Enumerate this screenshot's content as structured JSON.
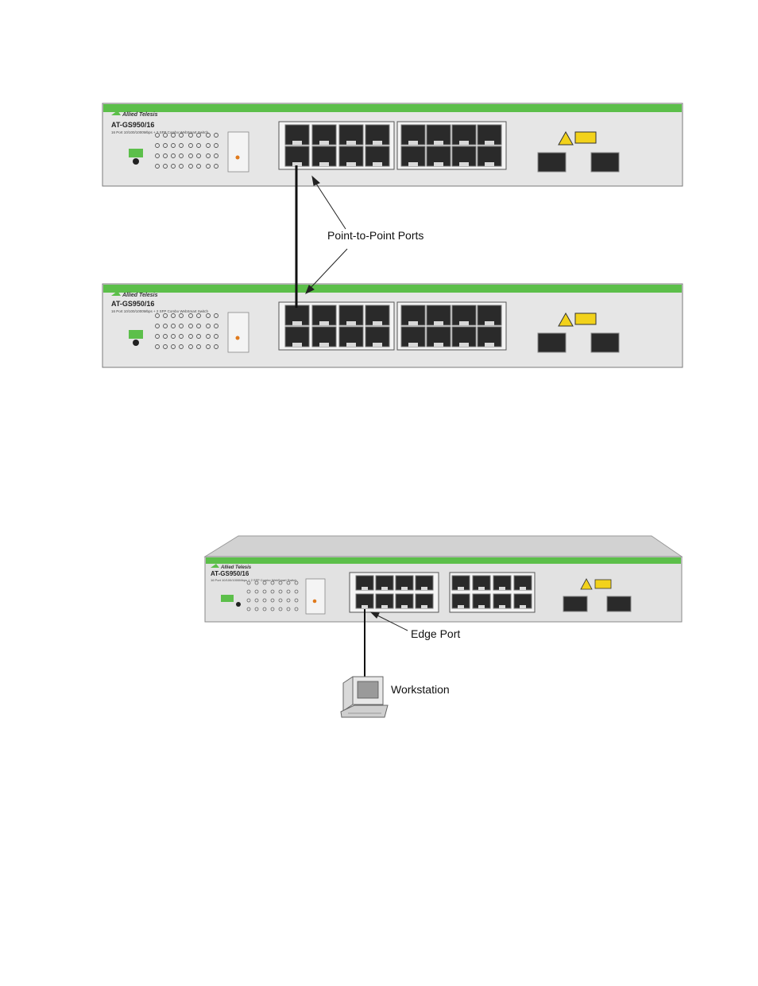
{
  "diagram1": {
    "label": "Point-to-Point Ports",
    "switch_top": {
      "brand": "Allied Telesis",
      "model": "AT-GS950/16",
      "description": "16 Port 10/100/1000Mbps + 2 SFP Combo WebSmart Switch"
    },
    "switch_bottom": {
      "brand": "Allied Telesis",
      "model": "AT-GS950/16",
      "description": "16 Port 10/100/1000Mbps + 2 SFP Combo WebSmart Switch"
    }
  },
  "diagram2": {
    "edge_label": "Edge Port",
    "workstation_label": "Workstation",
    "switch": {
      "brand": "Allied Telesis",
      "model": "AT-GS950/16",
      "description": "16 Port 10/100/1000Mbps + 2 SFP Combo WebSmart Switch"
    }
  },
  "colors": {
    "accent_green": "#5cbf4a",
    "chassis": "#e6e6e6",
    "port_dark": "#2a2a2a",
    "warning_yellow": "#f2d21b"
  }
}
